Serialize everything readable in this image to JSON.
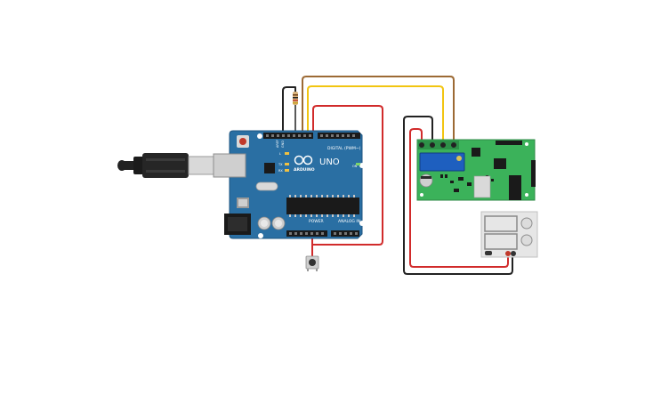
{
  "arduino": {
    "logo_text": "UNO",
    "brand": "ARDUINO",
    "digital_header": "DIGITAL (PWM~)",
    "power_label": "POWER",
    "analog_label": "ANALOG IN",
    "tx_label": "TX",
    "rx_label": "RX",
    "l_label": "L",
    "on_label": "ON",
    "aref_label": "AREF",
    "gnd_label": "GND"
  },
  "colors": {
    "board": "#2a6fa3",
    "driver_board": "#3bb25a",
    "wire_red": "#d12b2b",
    "wire_black": "#222222",
    "wire_yellow": "#f2c511",
    "wire_brown": "#9c6a35",
    "power_supply": "#e6e6e6"
  },
  "icons": {
    "usb_cable": "usb-plug-icon",
    "resistor": "resistor-icon",
    "pushbutton": "pushbutton-icon",
    "potentiometer": "trimpot-icon",
    "dc_jack": "dc-jack-icon"
  }
}
